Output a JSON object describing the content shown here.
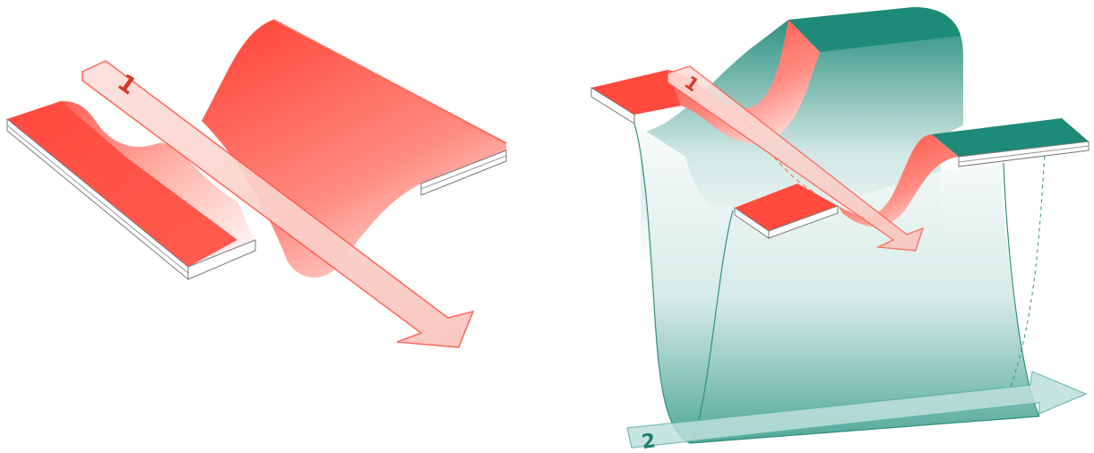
{
  "left_diagram": {
    "arrow_label": "1",
    "colors": {
      "surface": "#ff4a3d",
      "surface_light": "#ffe3df",
      "edge": "#6b6b6b",
      "arrow_fill": "#fbd4cf",
      "arrow_stroke": "#ff5a4a"
    }
  },
  "right_diagram": {
    "arrow_1_label": "1",
    "arrow_2_label": "2",
    "colors": {
      "surface_red": "#ff4a3d",
      "surface_teal": "#1e8a78",
      "teal_light": "#eaf3f1",
      "arrow_teal_fill": "#bfe0db",
      "arrow_teal_stroke": "#5fb5a7"
    }
  }
}
